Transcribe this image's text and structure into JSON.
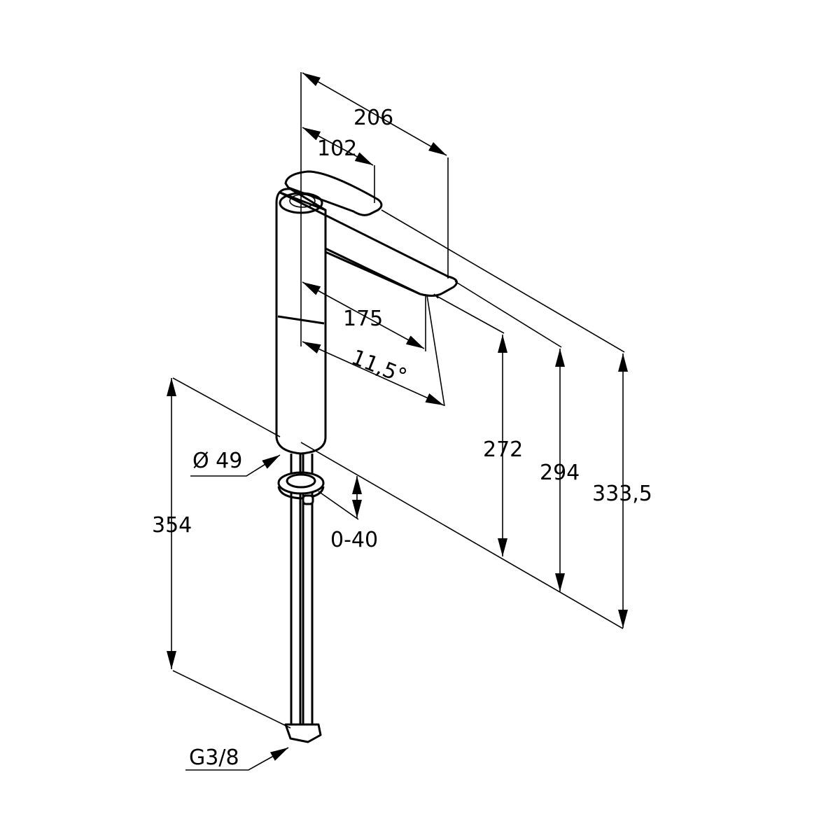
{
  "drawing": {
    "title": "Faucet dimension drawing",
    "dimensions": {
      "spout_reach_total": "206",
      "lever_length": "102",
      "spout_reach": "175",
      "angle": "11,5°",
      "height_spout": "272",
      "height_spout_top": "294",
      "height_total": "333,5",
      "diameter": "Ø 49",
      "hose_length": "354",
      "deck_thickness": "0-40",
      "connection": "G3/8"
    }
  }
}
